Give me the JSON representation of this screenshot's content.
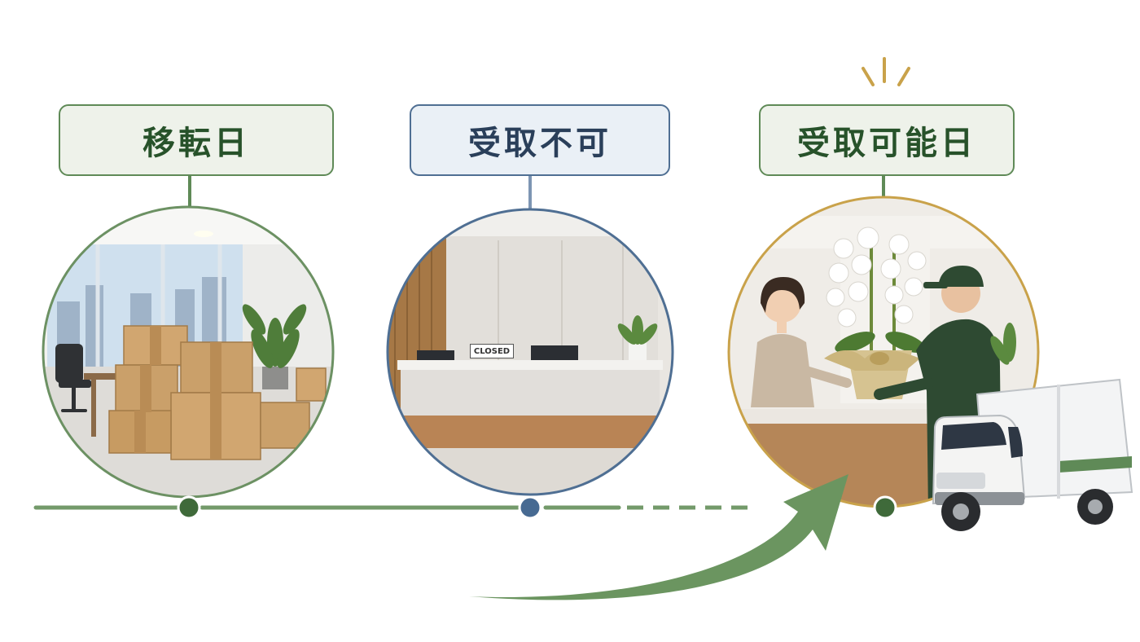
{
  "stages": [
    {
      "label": "移転日",
      "style": "green",
      "scene": "moving-boxes-office"
    },
    {
      "label": "受取不可",
      "style": "blue",
      "scene": "closed-reception-desk"
    },
    {
      "label": "受取可能日",
      "style": "green",
      "scene": "delivery-handover"
    }
  ],
  "reception_sign": "CLOSED",
  "colors": {
    "green": "#5f8a57",
    "dark_green": "#27522a",
    "blue": "#4f6f93",
    "gold": "#c9a24a",
    "box": "#caa06a"
  }
}
